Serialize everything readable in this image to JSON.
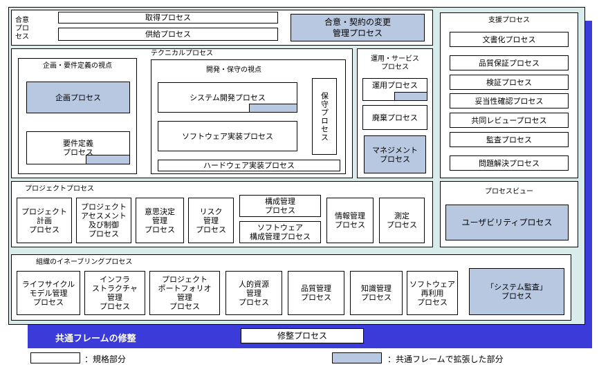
{
  "colors": {
    "standard": "#ffffff",
    "extension": "#b8c8e0",
    "frame": "#3b3bd9",
    "outer": "#d8ecec",
    "view": "#c0c0c0"
  },
  "agreement": {
    "label": "合意\nプロ\nセス",
    "acquisition": "取得プロセス",
    "supply": "供給プロセス",
    "change": "合意・契約の変更\n管理プロセス"
  },
  "support": {
    "label": "支援プロセス",
    "items": [
      "文書化プロセス",
      "品質保証プロセス",
      "検証プロセス",
      "妥当性確認プロセス",
      "共同レビュープロセス",
      "監査プロセス",
      "問題解決プロセス"
    ]
  },
  "technical": {
    "label": "テクニカルプロセス",
    "planning_view": {
      "label": "企画・要件定義の視点",
      "planning": "企画プロセス",
      "requirements": "要件定義\nプロセス"
    },
    "dev_view": {
      "label": "開発・保守の視点",
      "system_dev": "システム開発プロセス",
      "software_impl": "ソフトウェア実装プロセス",
      "maintenance": "保守プロセス",
      "hardware_impl": "ハードウェア実装プロセス"
    }
  },
  "operation": {
    "label": "運用・サービス\nプロセス",
    "operation": "運用プロセス",
    "disposal": "廃棄プロセス",
    "management": "マネジメント\nプロセス"
  },
  "project": {
    "label": "プロジェクトプロセス",
    "items": {
      "planning": "プロジェクト\n計画\nプロセス",
      "assessment": "プロジェクト\nアセスメント\n及び制御\nプロセス",
      "decision": "意思決定\n管理\nプロセス",
      "risk": "リスク\n管理\nプロセス",
      "config": "構成管理\nプロセス",
      "sw_config": "ソフトウェア\n構成管理プロセス",
      "info": "情報管理\nプロセス",
      "measurement": "測定\nプロセス"
    }
  },
  "view": {
    "label": "プロセスビュー",
    "usability": "ユーザビリティプロセス"
  },
  "enabling": {
    "label": "組織のイネーブリングプロセス",
    "items": {
      "lifecycle": "ライフサイクル\nモデル管理\nプロセス",
      "infra": "インフラ\nストラクチャ\n管理\nプロセス",
      "portfolio": "プロジェクト\nポートフォリオ\n管理\nプロセス",
      "hr": "人的資源\n管理\nプロセス",
      "quality": "品質管理\nプロセス",
      "knowledge": "知識管理\nプロセス",
      "reuse": "ソフトウェア\n再利用\nプロセス",
      "audit": "「システム監査」\nプロセス"
    }
  },
  "frame": {
    "label": "共通フレームの修整",
    "tailoring": "修整プロセス"
  },
  "legend": {
    "standard": "：規格部分",
    "extension": "：共通フレームで拡張した部分"
  }
}
